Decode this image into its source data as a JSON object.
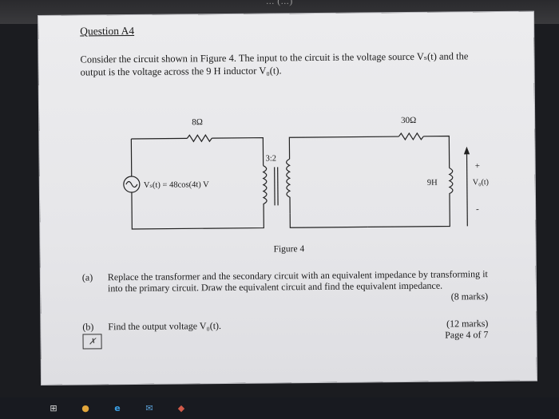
{
  "top_partial_text": "... (...)",
  "page": {
    "question_title": "Question A4",
    "intro": "Consider the circuit shown in Figure 4. The input to the circuit is the voltage source Vₛ(t) and the output is the voltage across the 9 H inductor V₀(t).",
    "figure": {
      "r_primary": "8Ω",
      "r_secondary": "30Ω",
      "turns_ratio": "3:2",
      "source_label": "Vₛ(t) = 48cos(4t) V",
      "inductor_label": "9H",
      "output_label": "V₀(t)",
      "plus": "+",
      "minus": "-"
    },
    "figure_caption": "Figure 4",
    "part_a": {
      "label": "(a)",
      "text": "Replace the transformer and the secondary circuit with an equivalent impedance by transforming it into the primary circuit. Draw the equivalent circuit and find the equivalent impedance.",
      "marks": "(8 marks)"
    },
    "part_b": {
      "label": "(b)",
      "text": "Find the output voltage V₀(t).",
      "marks": "(12 marks)"
    },
    "page_number": "Page 4 of 7",
    "stamp_glyph": "✗"
  },
  "taskbar": {
    "items": [
      {
        "icon": "windows-taskview-icon",
        "glyph": "⊞"
      },
      {
        "icon": "chrome-icon",
        "glyph": "●"
      },
      {
        "icon": "edge-icon",
        "glyph": "e"
      },
      {
        "icon": "mail-icon",
        "glyph": "✉"
      },
      {
        "icon": "app-icon",
        "glyph": "◆"
      }
    ]
  }
}
